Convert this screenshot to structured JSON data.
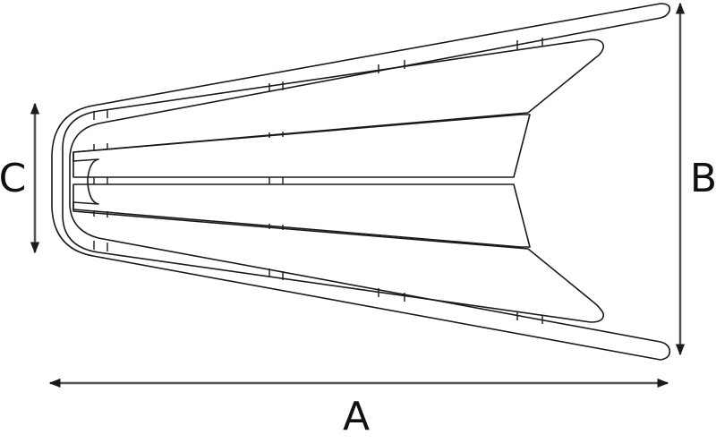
{
  "diagram": {
    "type": "dimensioned technical drawing",
    "subject": "tapered tubular frame / rail guard (top view)",
    "colors": {
      "line": "#1a1a1a",
      "dimension_line": "#555555",
      "background": "#ffffff"
    },
    "dimensions": {
      "A": {
        "label": "A",
        "orientation": "horizontal",
        "description": "overall length"
      },
      "B": {
        "label": "B",
        "orientation": "vertical",
        "description": "overall width at open end"
      },
      "C": {
        "label": "C",
        "orientation": "vertical",
        "description": "width at closed (narrow) end"
      }
    }
  }
}
